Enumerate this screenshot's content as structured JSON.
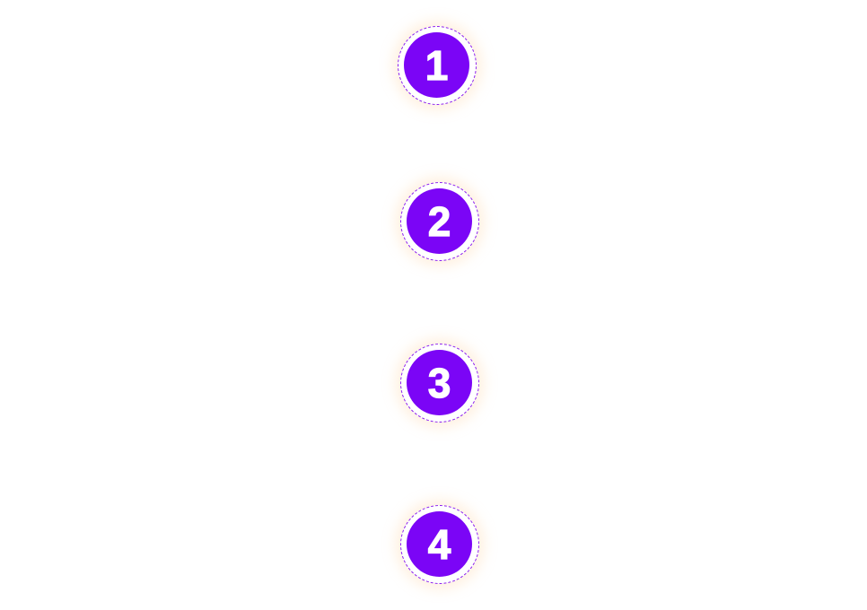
{
  "steps": [
    {
      "label": "1"
    },
    {
      "label": "2"
    },
    {
      "label": "3"
    },
    {
      "label": "4"
    }
  ],
  "colors": {
    "disc": "#7b05f6",
    "dashed_ring": "#8a1cf0",
    "glow": "#ffd6aa",
    "number": "#ffffff",
    "background": "#ffffff"
  }
}
